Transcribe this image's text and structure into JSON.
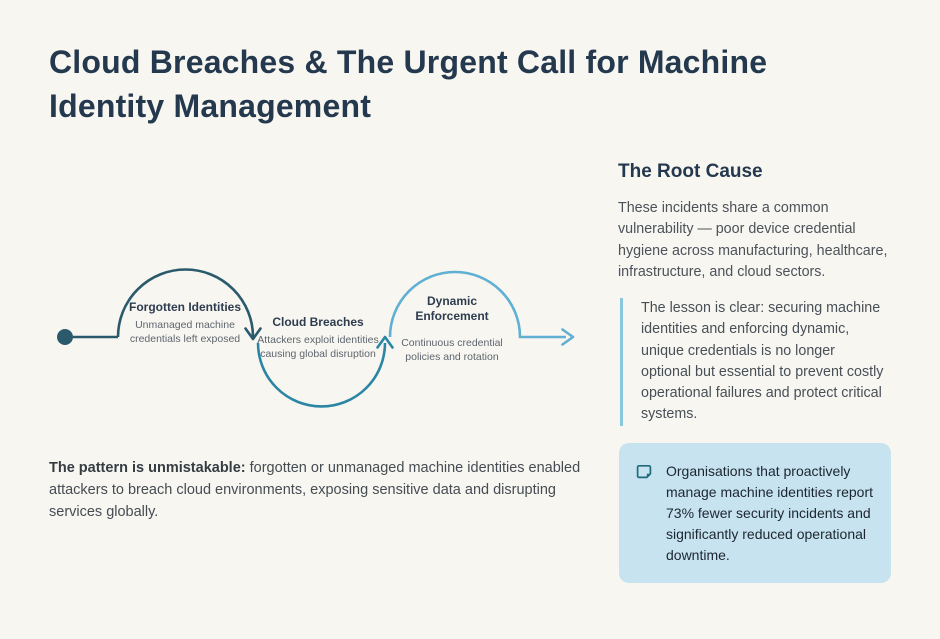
{
  "page": {
    "title": "Cloud Breaches & The Urgent Call for Machine Identity Management",
    "title_lines": [
      "Cloud Breaches & The Urgent Call for Machine",
      "Identity Management"
    ]
  },
  "diagram": {
    "nodes": [
      {
        "title": "Forgotten Identities",
        "subtitle": "Unmanaged machine credentials left exposed"
      },
      {
        "title": "Cloud Breaches",
        "subtitle": "Attackers exploit identities causing global disruption"
      },
      {
        "title": "Dynamic Enforcement",
        "subtitle": "Continuous credential policies and rotation"
      }
    ],
    "colors": {
      "arc1": "#2a5a6c",
      "arc2": "#2a86a4",
      "arc3": "#5fb0d2"
    }
  },
  "summary": {
    "lead": "The pattern is unmistakable:",
    "text": " forgotten or unmanaged machine identities enabled attackers to breach cloud environments, exposing sensitive data and disrupting services globally."
  },
  "sidebar": {
    "heading": "The Root Cause",
    "paragraph": "These incidents share a common vulnerability — poor device credential hygiene across manufacturing, healthcare, infrastructure, and cloud sectors.",
    "quote": "The lesson is clear: securing machine identities and enforcing dynamic, unique credentials is no longer optional but essential to prevent costly operational failures and protect critical systems.",
    "callout": {
      "icon": "sticky-note-icon",
      "icon_color": "#1f6b7c",
      "background": "#c6e3ef",
      "text": "Organisations that proactively manage machine identities report 73% fewer security incidents and significantly reduced operational downtime."
    }
  }
}
